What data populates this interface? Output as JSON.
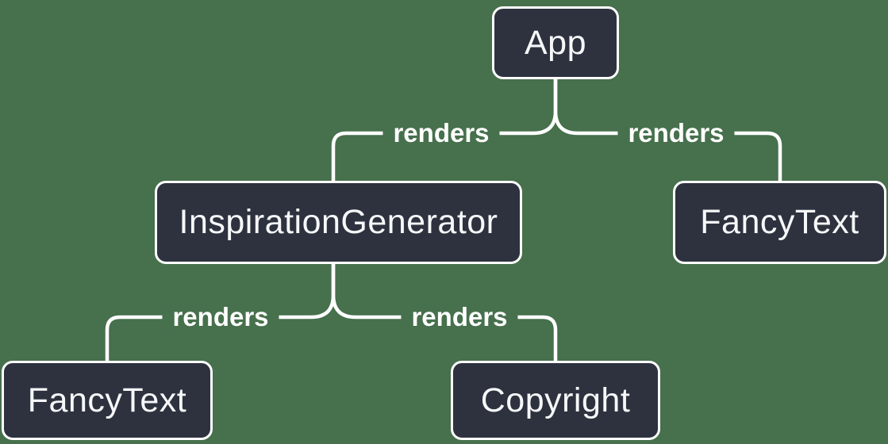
{
  "diagram": {
    "type": "component-render-tree",
    "colors": {
      "background": "#47704D",
      "node_fill": "#2D323E",
      "node_border": "#FFFFFF",
      "connector_line": "#FFFFFF",
      "node_text": "#F6F7F9"
    },
    "nodes": [
      {
        "id": "app",
        "label": "App"
      },
      {
        "id": "inspiration-generator",
        "label": "InspirationGenerator"
      },
      {
        "id": "fancy-text-top",
        "label": "FancyText"
      },
      {
        "id": "fancy-text-bottom",
        "label": "FancyText"
      },
      {
        "id": "copyright",
        "label": "Copyright"
      }
    ],
    "edges": [
      {
        "from": "App",
        "to": "InspirationGenerator",
        "label": "renders"
      },
      {
        "from": "App",
        "to": "FancyText",
        "label": "renders"
      },
      {
        "from": "InspirationGenerator",
        "to": "FancyText",
        "label": "renders"
      },
      {
        "from": "InspirationGenerator",
        "to": "Copyright",
        "label": "renders"
      }
    ]
  }
}
